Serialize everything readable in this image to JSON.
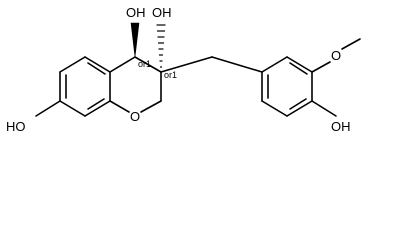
{
  "structure": {
    "atom_labels": {
      "oh_c4": "OH",
      "oh_c3": "OH",
      "oh_c7": "HO",
      "ring_oxygen": "O",
      "methoxy_oxygen": "O",
      "oh_phenol": "OH"
    },
    "stereo_labels": {
      "c4": "or1",
      "c3": "or1"
    }
  }
}
